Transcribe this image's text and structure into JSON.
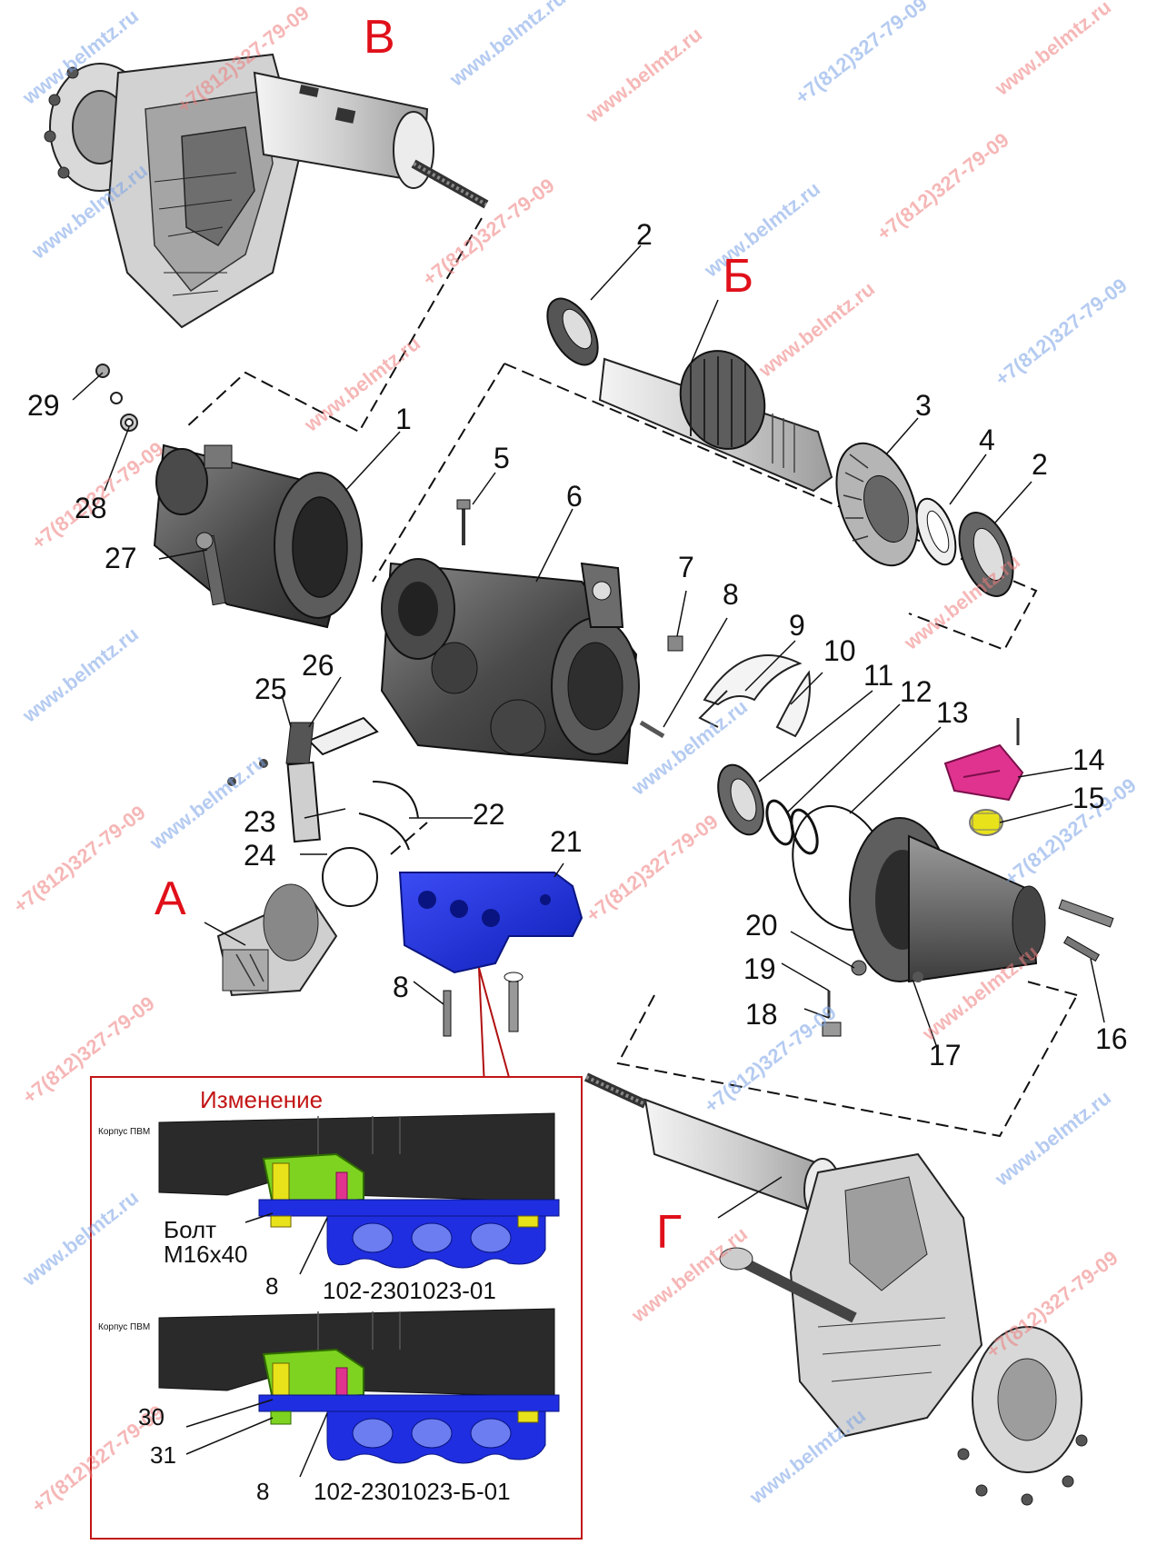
{
  "sections": {
    "a": "А",
    "b": "Б",
    "v": "В",
    "g": "Г"
  },
  "callouts": {
    "n1": "1",
    "n2a": "2",
    "n2b": "2",
    "n3": "3",
    "n4": "4",
    "n5": "5",
    "n6": "6",
    "n7": "7",
    "n8a": "8",
    "n8b": "8",
    "n9": "9",
    "n10": "10",
    "n11": "11",
    "n12": "12",
    "n13": "13",
    "n14": "14",
    "n15": "15",
    "n16": "16",
    "n17": "17",
    "n18": "18",
    "n19": "19",
    "n20": "20",
    "n21": "21",
    "n22": "22",
    "n23": "23",
    "n24": "24",
    "n25": "25",
    "n26": "26",
    "n27": "27",
    "n28": "28",
    "n29": "29"
  },
  "inset": {
    "title": "Изменение",
    "housing_label_top": "Корпус ПВМ",
    "housing_label_bottom": "Корпус ПВМ",
    "bolt_label_line1": "Болт",
    "bolt_label_line2": "М16х40",
    "part_top": "102-2301023-01",
    "part_bottom": "102-2301023-Б-01",
    "n8_top": "8",
    "n8_bottom": "8",
    "n30": "30",
    "n31": "31"
  },
  "watermarks": {
    "site": "www.belmtz.ru",
    "phone": "+7(812)327-79-09"
  },
  "colors": {
    "section_letters": "#e0101a",
    "inset_border": "#c21515",
    "bracket_blue": "#1f2ee0",
    "pink_part": "#e0338f",
    "yellow_part": "#e8e21a",
    "green_part": "#7ed321",
    "housing_dark": "#3a3a3a"
  }
}
